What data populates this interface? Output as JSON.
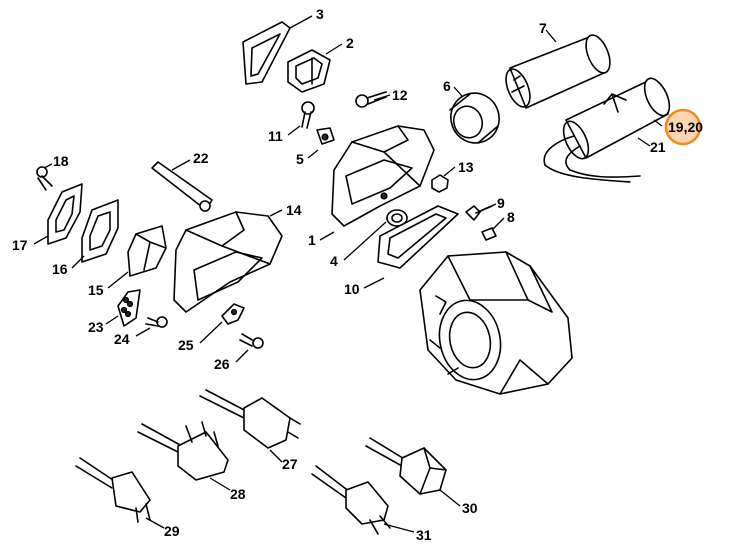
{
  "labels": {
    "p1": "1",
    "p2": "2",
    "p3": "3",
    "p4": "4",
    "p5": "5",
    "p6": "6",
    "p7": "7",
    "p8": "8",
    "p9": "9",
    "p10": "10",
    "p11": "11",
    "p12": "12",
    "p13": "13",
    "p14": "14",
    "p15": "15",
    "p16": "16",
    "p17": "17",
    "p18": "18",
    "p19_20": "19,20",
    "p21": "21",
    "p22": "22",
    "p23": "23",
    "p24": "24",
    "p25": "25",
    "p26": "26",
    "p27": "27",
    "p28": "28",
    "p29": "29",
    "p30": "30",
    "p31": "31"
  },
  "colors": {
    "highlight": "#f08a1c",
    "line": "#000000",
    "background": "#ffffff"
  }
}
